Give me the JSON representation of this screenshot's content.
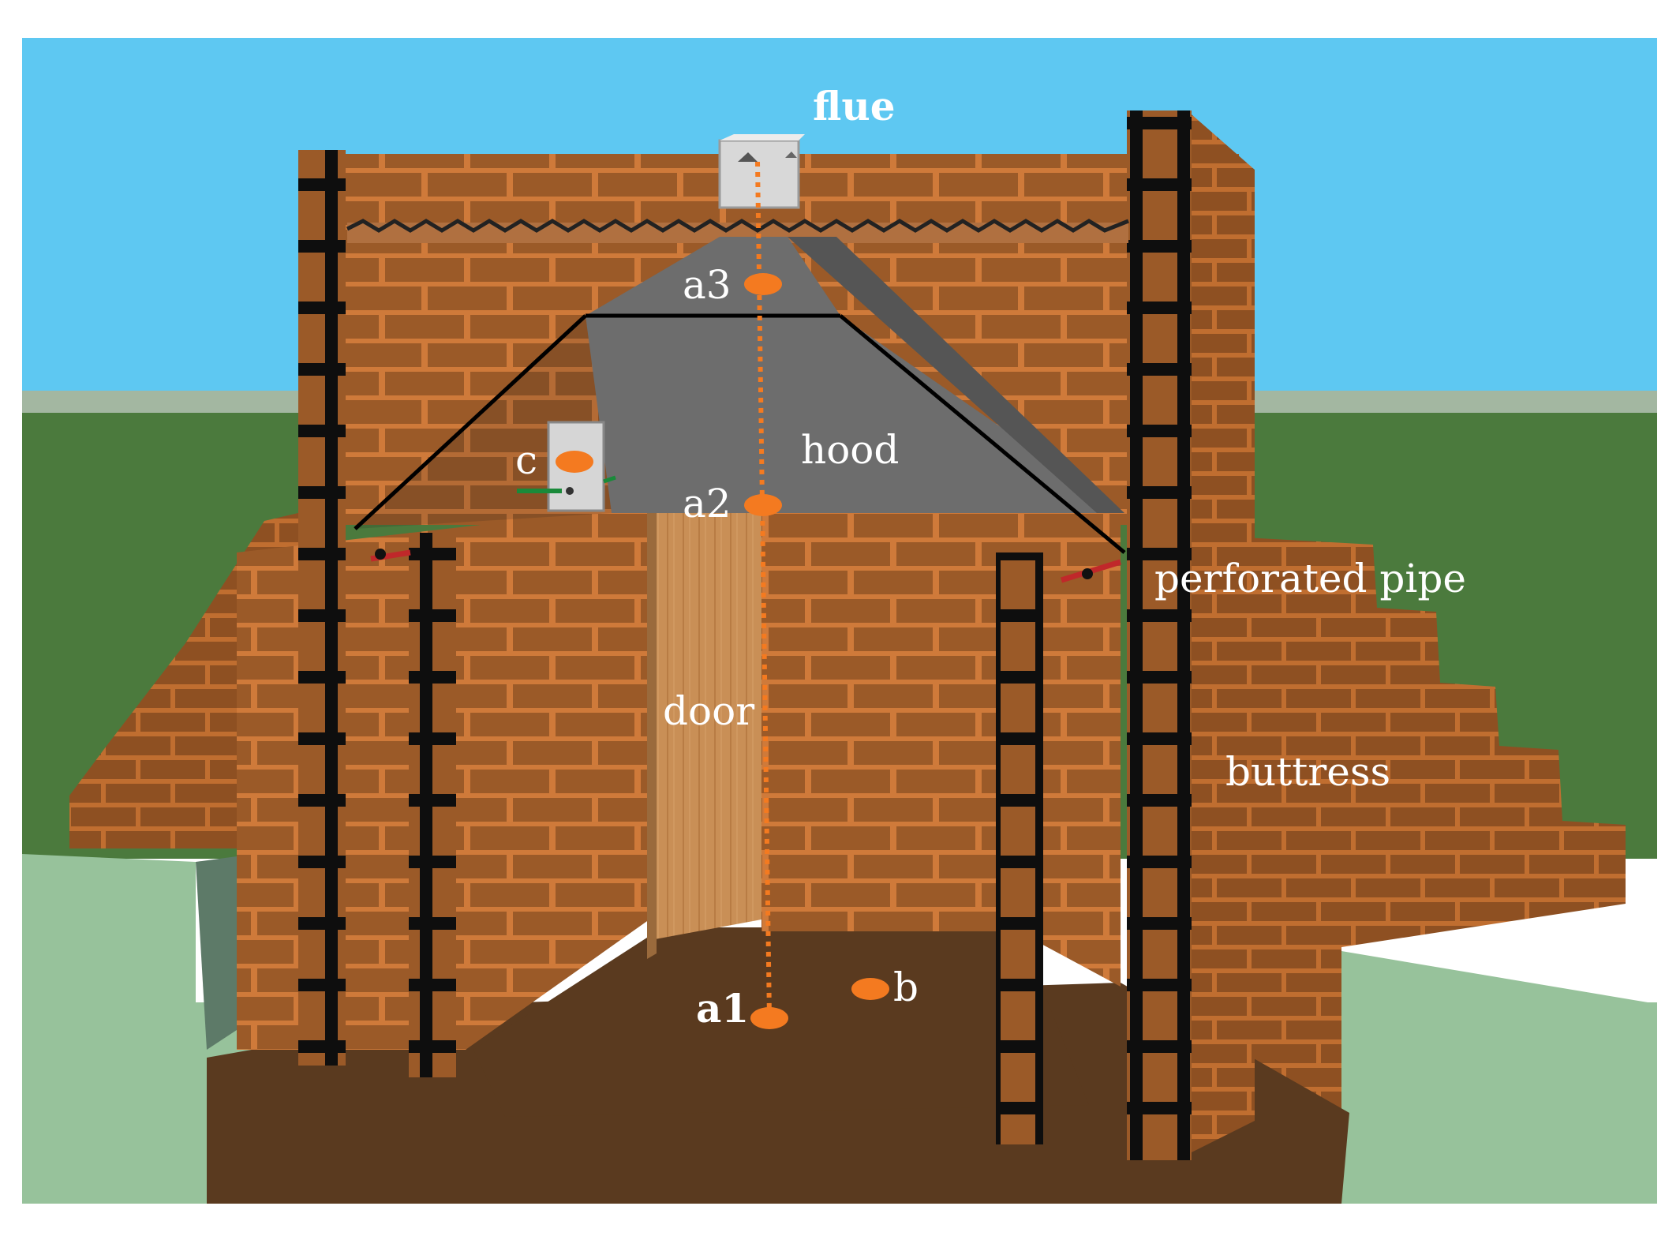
{
  "labels": {
    "flue": "flue",
    "hood": "hood",
    "door": "door",
    "perforated_pipe": "perforated pipe",
    "buttress": "buttress",
    "a1": "a1",
    "a2": "a2",
    "a3": "a3",
    "b": "b",
    "c": "c"
  },
  "colors": {
    "sky": "#5ec8f2",
    "ground": "#4b7a3d",
    "pit_ground": "#97c29b",
    "brick": "#9b5a28",
    "brick_dark": "#6d3a14",
    "mortar": "#cf7a3a",
    "floor": "#5a3a1f",
    "hood": "#6d6d6d",
    "door": "#c89058",
    "marker": "#f47a20"
  }
}
